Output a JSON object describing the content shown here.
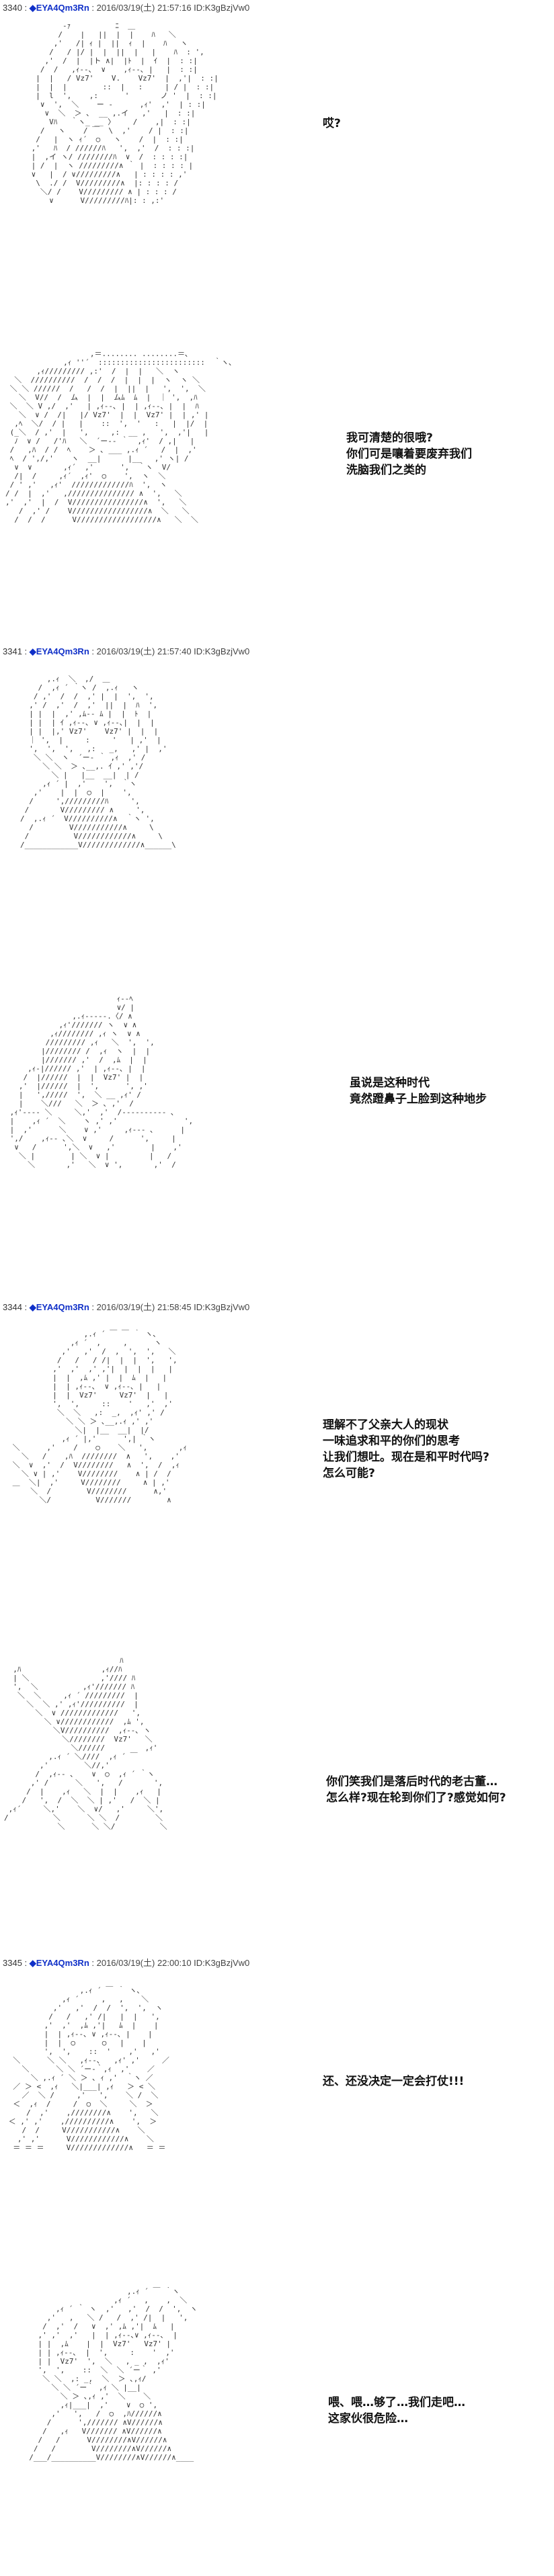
{
  "posts": [
    {
      "header": {
        "num": "3340",
        "name": "◆EYA4Qm3Rn",
        "meta": "2016/03/19(土) 21:57:16 ID:K3gBzjVw0"
      },
      "panels": [
        {
          "speech": "哎?"
        },
        {
          "speech": "我可清楚的很哦?\n你们可是嚷着要废弃我们\n洗脑我们之类的"
        }
      ]
    },
    {
      "header": {
        "num": "3341",
        "name": "◆EYA4Qm3Rn",
        "meta": "2016/03/19(土) 21:57:40 ID:K3gBzjVw0"
      },
      "panels": [
        {
          "speech": ""
        },
        {
          "speech": "虽说是这种时代\n竟然蹬鼻子上脸到这种地步"
        }
      ]
    },
    {
      "header": {
        "num": "3344",
        "name": "◆EYA4Qm3Rn",
        "meta": "2016/03/19(土) 21:58:45 ID:K3gBzjVw0"
      },
      "panels": [
        {
          "speech": "理解不了父亲大人的现状\n一味追求和平的你们的思考\n让我们想吐。现在是和平时代吗?\n怎么可能?"
        },
        {
          "speech": "你们笑我们是落后时代的老古董…\n怎么样?现在轮到你们了?感觉如何?"
        }
      ]
    },
    {
      "header": {
        "num": "3345",
        "name": "◆EYA4Qm3Rn",
        "meta": "2016/03/19(土) 22:00:10 ID:K3gBzjVw0"
      },
      "panels": [
        {
          "speech": "还、还没决定一定会打仗!!!"
        },
        {
          "speech": "喂、喂…够了…我们走吧…\n这家伙很危险…"
        }
      ]
    }
  ]
}
